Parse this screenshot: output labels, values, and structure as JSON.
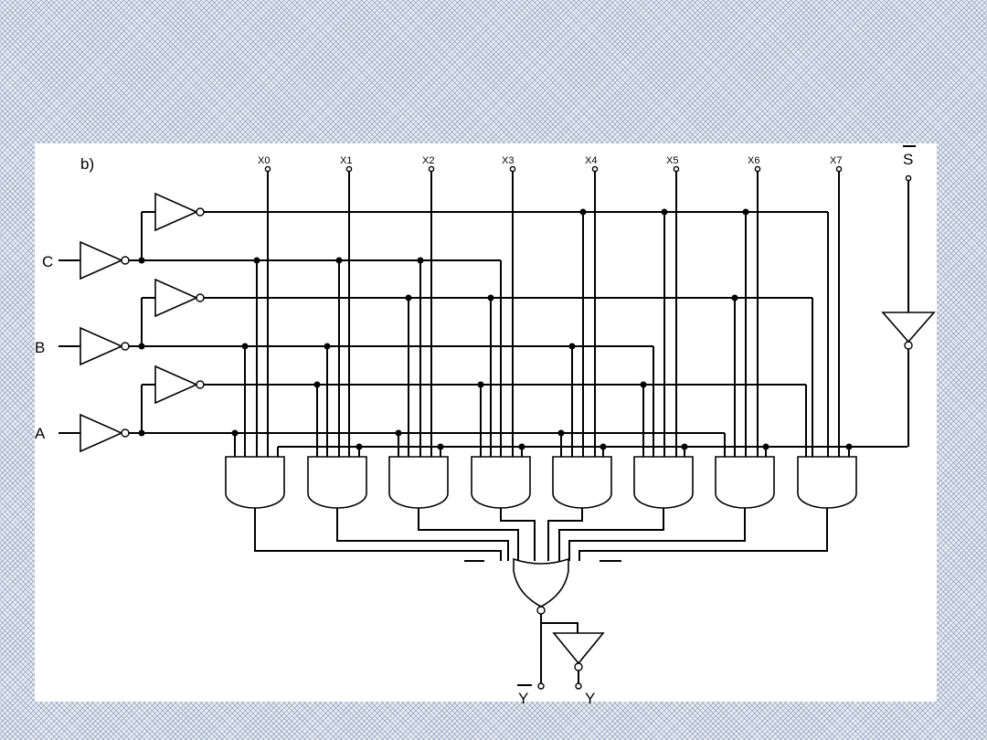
{
  "diagram": {
    "part_label": "b)",
    "inputs": {
      "c": "C",
      "b": "B",
      "a": "A"
    },
    "data_inputs": [
      "X0",
      "X1",
      "X2",
      "X3",
      "X4",
      "X5",
      "X6",
      "X7"
    ],
    "strobe": "S",
    "outputs": {
      "y_bar": "Y",
      "y": "Y"
    }
  }
}
